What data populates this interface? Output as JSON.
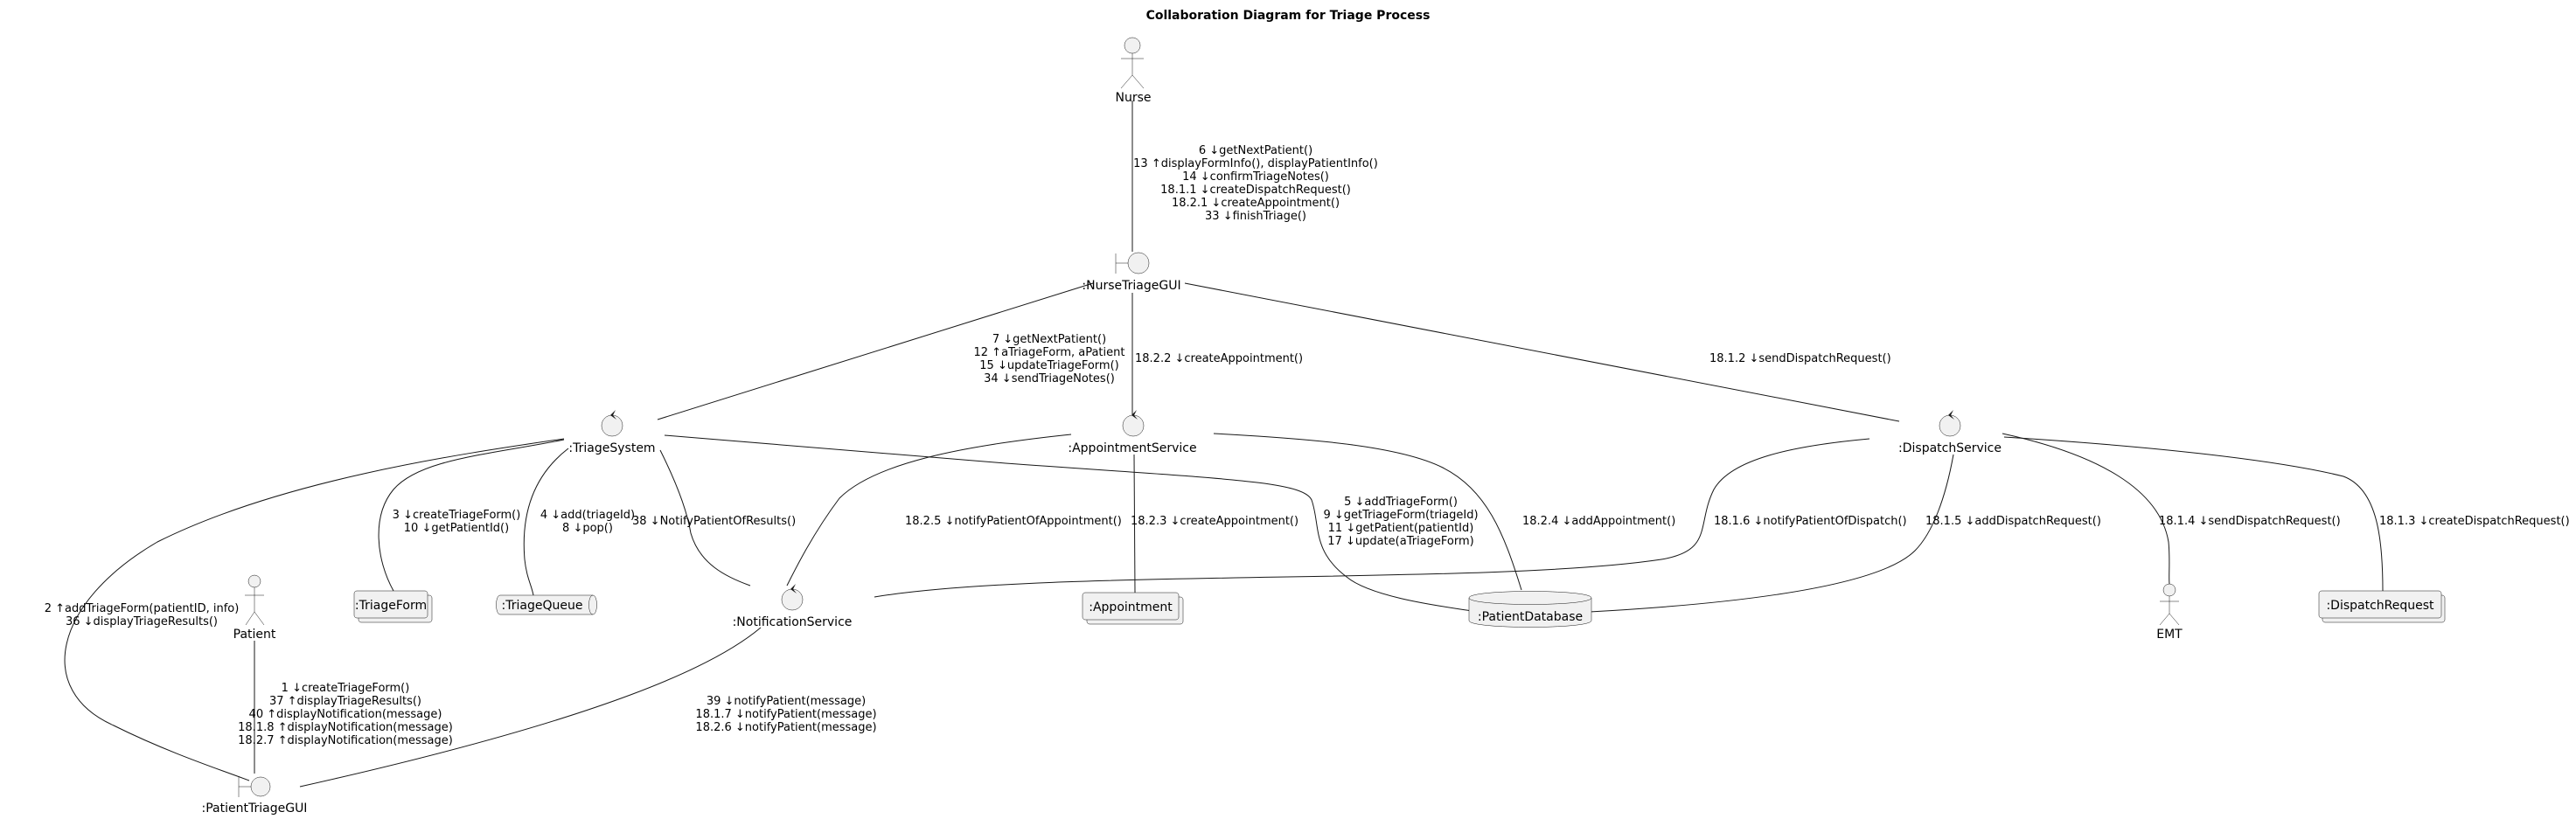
{
  "title": "Collaboration Diagram for Triage Process",
  "colors": {
    "node_fill": "#f1f1f1",
    "stroke": "#181818",
    "text": "#000000",
    "background": "#ffffff"
  },
  "nodes": {
    "nurse": {
      "label": "Nurse",
      "kind": "actor"
    },
    "nurse_triage_gui": {
      "label": ":NurseTriageGUI",
      "kind": "boundary"
    },
    "triage_system": {
      "label": ":TriageSystem",
      "kind": "control"
    },
    "appointment_service": {
      "label": ":AppointmentService",
      "kind": "control"
    },
    "dispatch_service": {
      "label": ":DispatchService",
      "kind": "control"
    },
    "notification_service": {
      "label": ":NotificationService",
      "kind": "control"
    },
    "triage_form": {
      "label": ":TriageForm",
      "kind": "collections"
    },
    "triage_queue": {
      "label": ":TriageQueue",
      "kind": "queue"
    },
    "appointment": {
      "label": ":Appointment",
      "kind": "collections"
    },
    "patient_database": {
      "label": ":PatientDatabase",
      "kind": "database"
    },
    "emt": {
      "label": "EMT",
      "kind": "actor"
    },
    "dispatch_request": {
      "label": ":DispatchRequest",
      "kind": "collections"
    },
    "patient": {
      "label": "Patient",
      "kind": "actor"
    },
    "patient_triage_gui": {
      "label": ":PatientTriageGUI",
      "kind": "boundary"
    }
  },
  "links": {
    "nurse_to_nursegui": {
      "from": "Nurse",
      "to": ":NurseTriageGUI",
      "messages": [
        "6 ↓getNextPatient()",
        "13 ↑displayFormInfo(), displayPatientInfo()",
        "14 ↓confirmTriageNotes()",
        "18.1.1 ↓createDispatchRequest()",
        "18.2.1 ↓createAppointment()",
        "33 ↓finishTriage()"
      ]
    },
    "nursegui_to_triagesystem": {
      "from": ":NurseTriageGUI",
      "to": ":TriageSystem",
      "messages": [
        "7 ↓getNextPatient()",
        "12 ↑aTriageForm, aPatient",
        "15 ↓updateTriageForm()",
        "34 ↓sendTriageNotes()"
      ]
    },
    "nursegui_to_appointmentservice": {
      "from": ":NurseTriageGUI",
      "to": ":AppointmentService",
      "messages": [
        "18.2.2 ↓createAppointment()"
      ]
    },
    "nursegui_to_dispatchservice": {
      "from": ":NurseTriageGUI",
      "to": ":DispatchService",
      "messages": [
        "18.1.2 ↓sendDispatchRequest()"
      ]
    },
    "triagesystem_to_triageform": {
      "from": ":TriageSystem",
      "to": ":TriageForm",
      "messages": [
        "3 ↓createTriageForm()",
        "10 ↓getPatientId()"
      ]
    },
    "triagesystem_to_triagequeue": {
      "from": ":TriageSystem",
      "to": ":TriageQueue",
      "messages": [
        "4 ↓add(triageId)",
        "8 ↓pop()"
      ]
    },
    "triagesystem_to_notificationservice": {
      "from": ":TriageSystem",
      "to": ":NotificationService",
      "messages": [
        "38 ↓NotifyPatientOfResults()"
      ]
    },
    "triagesystem_to_patientdatabase": {
      "from": ":TriageSystem",
      "to": ":PatientDatabase",
      "messages": [
        "5 ↓addTriageForm()",
        "9 ↓getTriageForm(triageId)",
        "11 ↓getPatient(patientId)",
        "17 ↓update(aTriageForm)"
      ]
    },
    "triagesystem_to_patientgui": {
      "from": ":TriageSystem",
      "to": ":PatientTriageGUI",
      "messages": [
        "2 ↑addTriageForm(patientID, info)",
        "36 ↓displayTriageResults()"
      ]
    },
    "appointmentservice_to_notificationservice": {
      "from": ":AppointmentService",
      "to": ":NotificationService",
      "messages": [
        "18.2.5 ↓notifyPatientOfAppointment()"
      ]
    },
    "appointmentservice_to_appointment": {
      "from": ":AppointmentService",
      "to": ":Appointment",
      "messages": [
        "18.2.3 ↓createAppointment()"
      ]
    },
    "appointmentservice_to_patientdatabase": {
      "from": ":AppointmentService",
      "to": ":PatientDatabase",
      "messages": [
        "18.2.4 ↓addAppointment()"
      ]
    },
    "dispatchservice_to_notificationservice": {
      "from": ":DispatchService",
      "to": ":NotificationService",
      "messages": [
        "18.1.6 ↓notifyPatientOfDispatch()"
      ]
    },
    "dispatchservice_to_patientdatabase": {
      "from": ":DispatchService",
      "to": ":PatientDatabase",
      "messages": [
        "18.1.5 ↓addDispatchRequest()"
      ]
    },
    "dispatchservice_to_emt": {
      "from": ":DispatchService",
      "to": "EMT",
      "messages": [
        "18.1.4 ↓sendDispatchRequest()"
      ]
    },
    "dispatchservice_to_dispatchrequest": {
      "from": ":DispatchService",
      "to": ":DispatchRequest",
      "messages": [
        "18.1.3 ↓createDispatchRequest()"
      ]
    },
    "patient_to_patientgui": {
      "from": "Patient",
      "to": ":PatientTriageGUI",
      "messages": [
        "1 ↓createTriageForm()",
        "37 ↑displayTriageResults()",
        "40 ↑displayNotification(message)",
        "18.1.8 ↑displayNotification(message)",
        "18.2.7 ↑displayNotification(message)"
      ]
    },
    "notificationservice_to_patientgui": {
      "from": ":NotificationService",
      "to": ":PatientTriageGUI",
      "messages": [
        "39 ↓notifyPatient(message)",
        "18.1.7 ↓notifyPatient(message)",
        "18.2.6 ↓notifyPatient(message)"
      ]
    }
  }
}
